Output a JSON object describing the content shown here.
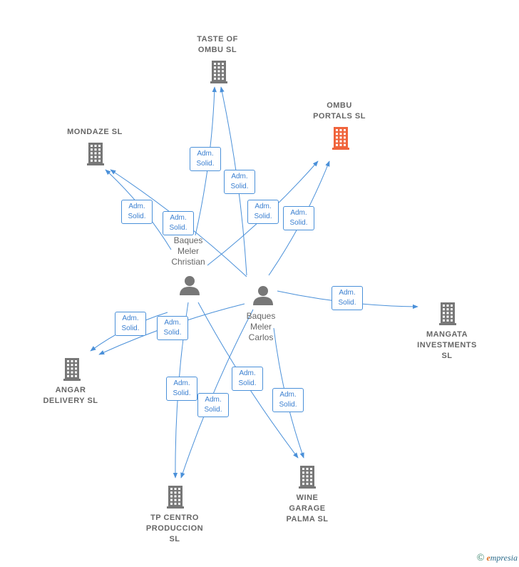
{
  "colors": {
    "edge": "#4a90d9",
    "company": "#777777",
    "highlight": "#f0643c",
    "person": "#777777"
  },
  "companies": [
    {
      "id": "taste",
      "label": "TASTE OF\nOMBU  SL",
      "icon": "building-icon",
      "highlight": false
    },
    {
      "id": "ombu",
      "label": "OMBU\nPORTALS  SL",
      "icon": "building-icon",
      "highlight": true
    },
    {
      "id": "mondaze",
      "label": "MONDAZE  SL",
      "icon": "building-icon",
      "highlight": false
    },
    {
      "id": "mangata",
      "label": "MANGATA\nINVESTMENTS\nSL",
      "icon": "building-icon",
      "highlight": false
    },
    {
      "id": "angar",
      "label": "ANGAR\nDELIVERY  SL",
      "icon": "building-icon",
      "highlight": false
    },
    {
      "id": "tp",
      "label": "TP CENTRO\nPRODUCCION\nSL",
      "icon": "building-icon",
      "highlight": false
    },
    {
      "id": "wine",
      "label": "WINE\nGARAGE\nPALMA  SL",
      "icon": "building-icon",
      "highlight": false
    }
  ],
  "persons": [
    {
      "id": "christian",
      "label": "Baques\nMeler\nChristian",
      "icon": "person-icon"
    },
    {
      "id": "carlos",
      "label": "Baques\nMeler\nCarlos",
      "icon": "person-icon"
    }
  ],
  "edges": [
    {
      "from": "christian",
      "to": "taste",
      "label": "Adm.\nSolid."
    },
    {
      "from": "carlos",
      "to": "taste",
      "label": "Adm.\nSolid."
    },
    {
      "from": "christian",
      "to": "ombu",
      "label": "Adm.\nSolid."
    },
    {
      "from": "carlos",
      "to": "ombu",
      "label": "Adm.\nSolid."
    },
    {
      "from": "christian",
      "to": "mondaze",
      "label": "Adm.\nSolid."
    },
    {
      "from": "carlos",
      "to": "mondaze",
      "label": "Adm.\nSolid."
    },
    {
      "from": "carlos",
      "to": "mangata",
      "label": "Adm.\nSolid."
    },
    {
      "from": "christian",
      "to": "angar",
      "label": "Adm.\nSolid."
    },
    {
      "from": "carlos",
      "to": "angar",
      "label": "Adm.\nSolid."
    },
    {
      "from": "christian",
      "to": "tp",
      "label": "Adm.\nSolid."
    },
    {
      "from": "carlos",
      "to": "tp",
      "label": "Adm.\nSolid."
    },
    {
      "from": "christian",
      "to": "wine",
      "label": "Adm.\nSolid."
    },
    {
      "from": "carlos",
      "to": "wine",
      "label": "Adm.\nSolid."
    }
  ],
  "footer": {
    "copyright": "©",
    "brand_initial": "e",
    "brand_rest": "mpresia"
  }
}
